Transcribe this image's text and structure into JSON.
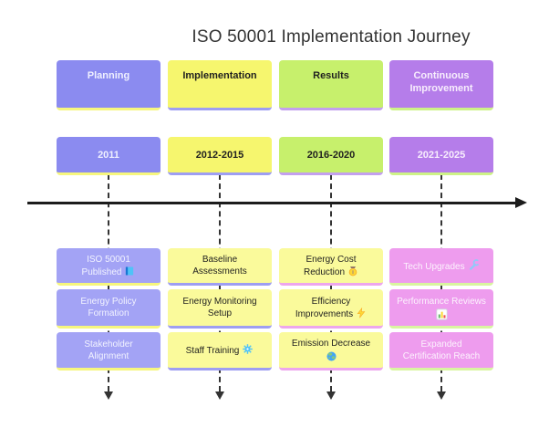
{
  "title": "ISO 50001 Implementation Journey",
  "diagram": {
    "background": "#ffffff",
    "axis_color": "#1c1c1c",
    "connector_color": "#333333",
    "axis_direction": "right"
  },
  "columns": [
    {
      "phase": "Planning",
      "period": "2011",
      "colors": {
        "header_bg": "#8b8bf0",
        "event_bg": "#a3a3f5",
        "text": "#eff0ff",
        "shadow_strip": "#f6f67e"
      },
      "events": [
        {
          "line1": "ISO 50001",
          "line2": "Published",
          "icon": "blue-book-icon"
        },
        {
          "line1": "Energy Policy",
          "line2": "Formation",
          "icon": ""
        },
        {
          "line1": "Stakeholder",
          "line2": "Alignment",
          "icon": ""
        }
      ]
    },
    {
      "phase": "Implementation",
      "period": "2012-2015",
      "colors": {
        "header_bg": "#f6f66e",
        "event_bg": "#fafa9b",
        "text": "#1f1f1f",
        "shadow_strip": "#9e9ef2"
      },
      "events": [
        {
          "line1": "Baseline",
          "line2": "Assessments",
          "icon": ""
        },
        {
          "line1": "Energy Monitoring",
          "line2": "Setup",
          "icon": ""
        },
        {
          "line1": "Staff Training",
          "line2": "",
          "icon": "gear-icon"
        }
      ]
    },
    {
      "phase": "Results",
      "period": "2016-2020",
      "colors": {
        "header_bg": "#c7f06c",
        "event_bg": "#fafa9b",
        "text": "#1f1f1f",
        "header_strip": "#c3a0ee",
        "shadow_strip": "#eda6ed"
      },
      "events": [
        {
          "line1": "Energy Cost",
          "line2": "Reduction",
          "icon": "money-bag-icon"
        },
        {
          "line1": "Efficiency",
          "line2": "Improvements",
          "icon": "lightning-icon"
        },
        {
          "line1": "Emission Decrease",
          "line2": "",
          "icon": "globe-icon"
        }
      ]
    },
    {
      "phase": "Continuous Improvement",
      "period": "2021-2025",
      "colors": {
        "header_bg": "#b57dea",
        "event_bg": "#ee9cee",
        "text": "#f8eefd",
        "shadow_strip": "#cdf287"
      },
      "events": [
        {
          "line1": "Tech Upgrades",
          "line2": "",
          "icon": "wrench-icon"
        },
        {
          "line1": "Performance Reviews",
          "line2": "",
          "icon": "bar-chart-icon"
        },
        {
          "line1": "Expanded",
          "line2": "Certification Reach",
          "icon": ""
        }
      ]
    }
  ]
}
